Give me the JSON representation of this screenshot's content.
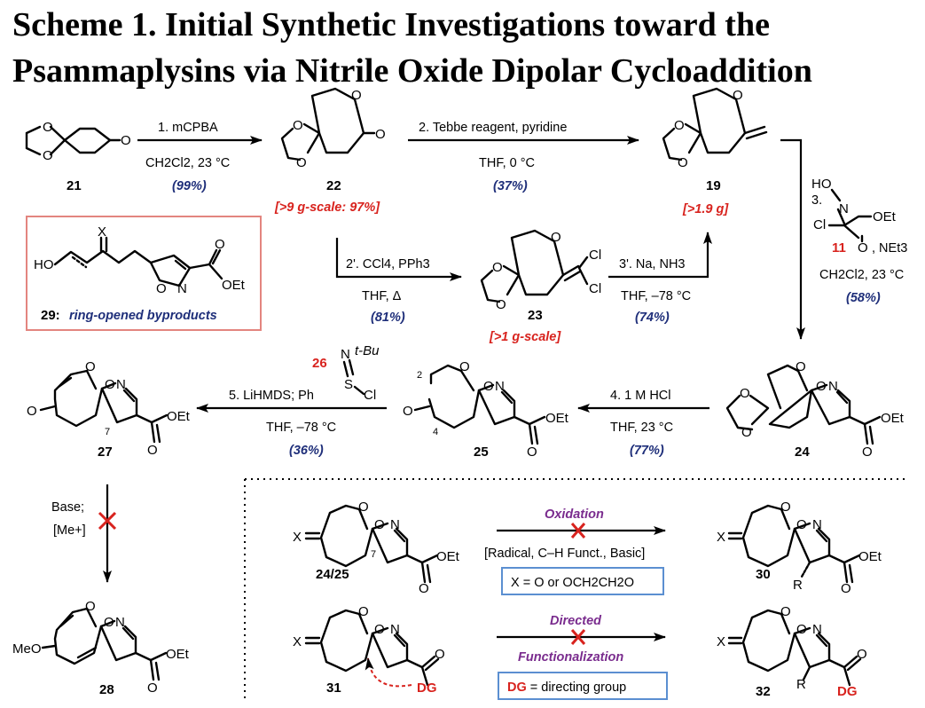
{
  "title": {
    "line1": "Scheme 1. Initial Synthetic Investigations toward the",
    "line2": "Psammaplysins via Nitrile Oxide Dipolar Cycloaddition"
  },
  "compounds": {
    "c21": "21",
    "c22": "22",
    "c19": "19",
    "c23": "23",
    "c24": "24",
    "c25": "25",
    "c27": "27",
    "c28": "28",
    "c30": "30",
    "c31": "31",
    "c32": "32",
    "c2425": "24/25",
    "c26": "26",
    "c11": "11"
  },
  "steps": {
    "s1_reagent": "1. mCPBA",
    "s1_solvent": "CH2Cl2, 23 °C",
    "s1_yield": "(99%)",
    "s1_scale": "[>9 g-scale: 97%]",
    "s2_reagent": "2. Tebbe reagent, pyridine",
    "s2_solvent": "THF, 0 °C",
    "s2_yield": "(37%)",
    "s2_scale": "[>1.9 g]",
    "s2p_reagent": "2'. CCl4, PPh3",
    "s2p_solvent": "THF, Δ",
    "s2p_yield": "(81%)",
    "s2p_scale": "[>1 g-scale]",
    "s3p_reagent": "3'. Na, NH3",
    "s3p_solvent": "THF, –78 °C",
    "s3p_yield": "(74%)",
    "s3_num": "3.",
    "s3_base": ", NEt3",
    "s3_solvent": "CH2Cl2, 23 °C",
    "s3_yield": "(58%)",
    "s4_reagent": "4. 1 M HCl",
    "s4_solvent": "THF, 23 °C",
    "s4_yield": "(77%)",
    "s5_reagent": "5. LiHMDS; Ph",
    "s5_solvent": "THF, –78 °C",
    "s5_yield": "(36%)",
    "base_line1": "Base;",
    "base_line2": "[Me+]"
  },
  "box29": {
    "label_num": "29:",
    "label_text": "ring-opened byproducts"
  },
  "bottom": {
    "oxidation": "Oxidation",
    "oxidation_conditions": "[Radical, C–H Funct., Basic]",
    "x_box": "X = O or OCH2CH2O",
    "directed": "Directed",
    "functionalization": "Functionalization",
    "dg_box_dg": "DG",
    "dg_box_text": " = directing group"
  },
  "atoms": {
    "O": "O",
    "N": "N",
    "X": "X",
    "R": "R",
    "DG": "DG",
    "OEt": "OEt",
    "Cl": "Cl",
    "S": "S",
    "HO": "HO",
    "MeO": "MeO",
    "tBu": "t-Bu",
    "num2": "2",
    "num4": "4",
    "num7": "7"
  },
  "colors": {
    "red": "#d8231e",
    "blue_yield": "#1f2f7a",
    "purple": "#7a2c8e",
    "box_pink": "#e3857f",
    "box_blue": "#5b8fd1"
  }
}
